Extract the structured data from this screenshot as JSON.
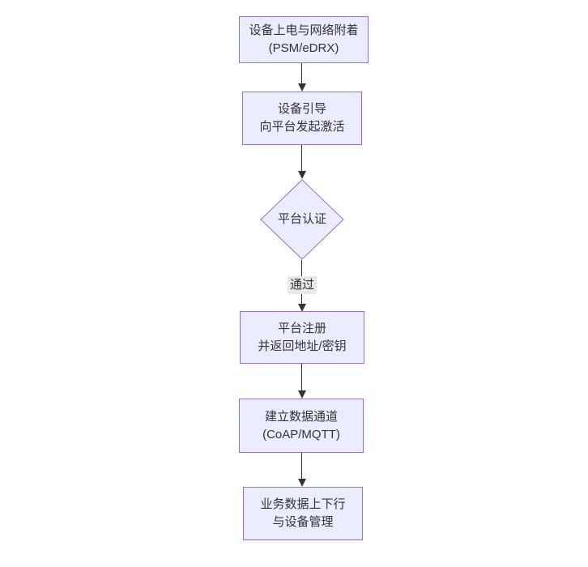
{
  "diagram": {
    "type": "flowchart",
    "direction": "top-down",
    "colors": {
      "node_fill": "#ECECFF",
      "node_border": "#9370DB",
      "edge_color": "#333333",
      "label_bg": "#e8e8e8",
      "text_color": "#333333",
      "background": "#ffffff"
    },
    "nodes": [
      {
        "id": "attach",
        "shape": "rect",
        "lines": [
          "设备上电与网络附着",
          "(PSM/eDRX)"
        ]
      },
      {
        "id": "bootstrap",
        "shape": "rect",
        "lines": [
          "设备引导",
          "向平台发起激活"
        ]
      },
      {
        "id": "auth",
        "shape": "diamond",
        "lines": [
          "平台认证"
        ]
      },
      {
        "id": "register",
        "shape": "rect",
        "lines": [
          "平台注册",
          "并返回地址/密钥"
        ]
      },
      {
        "id": "channel",
        "shape": "rect",
        "lines": [
          "建立数据通道",
          "(CoAP/MQTT)"
        ]
      },
      {
        "id": "business",
        "shape": "rect",
        "lines": [
          "业务数据上下行",
          "与设备管理"
        ]
      }
    ],
    "edges": [
      {
        "from": "attach",
        "to": "bootstrap",
        "label": ""
      },
      {
        "from": "bootstrap",
        "to": "auth",
        "label": ""
      },
      {
        "from": "auth",
        "to": "register",
        "label": "通过"
      },
      {
        "from": "register",
        "to": "channel",
        "label": ""
      },
      {
        "from": "channel",
        "to": "business",
        "label": ""
      }
    ]
  }
}
